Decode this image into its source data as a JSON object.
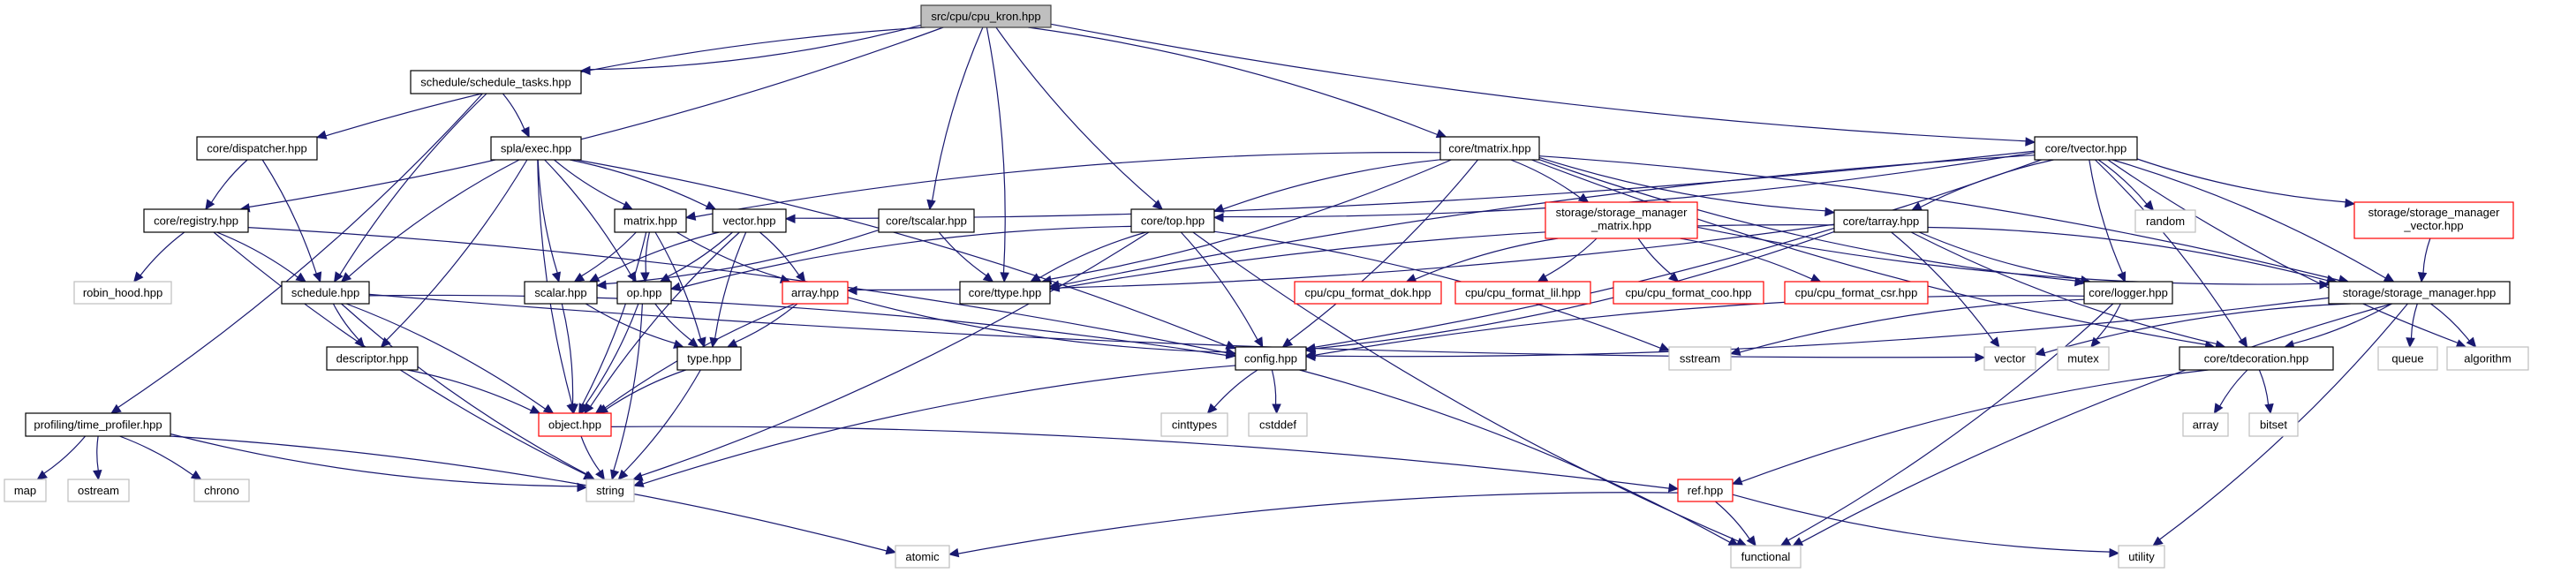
{
  "title": "src/cpu/cpu_kron.hpp include dependency graph",
  "colors": {
    "edge": "#191970",
    "root_fill": "#bfbfbf",
    "missing_border": "#ff0000",
    "external_border": "#bfbfbf"
  },
  "nodes": [
    {
      "id": "root",
      "label": "src/cpu/cpu_kron.hpp",
      "kind": "root"
    },
    {
      "id": "schedule_tasks",
      "label": "schedule/schedule_tasks.hpp",
      "kind": "normal"
    },
    {
      "id": "dispatcher",
      "label": "core/dispatcher.hpp",
      "kind": "normal"
    },
    {
      "id": "exec",
      "label": "spla/exec.hpp",
      "kind": "normal"
    },
    {
      "id": "registry",
      "label": "core/registry.hpp",
      "kind": "normal"
    },
    {
      "id": "matrix",
      "label": "matrix.hpp",
      "kind": "normal"
    },
    {
      "id": "vector_hpp",
      "label": "vector.hpp",
      "kind": "normal"
    },
    {
      "id": "tscalar",
      "label": "core/tscalar.hpp",
      "kind": "normal"
    },
    {
      "id": "top",
      "label": "core/top.hpp",
      "kind": "normal"
    },
    {
      "id": "tmatrix",
      "label": "core/tmatrix.hpp",
      "kind": "normal"
    },
    {
      "id": "tvector",
      "label": "core/tvector.hpp",
      "kind": "normal"
    },
    {
      "id": "sm_matrix",
      "label": [
        "storage/storage_manager",
        "_matrix.hpp"
      ],
      "kind": "red"
    },
    {
      "id": "tarray",
      "label": "core/tarray.hpp",
      "kind": "normal"
    },
    {
      "id": "random",
      "label": "random",
      "kind": "ext"
    },
    {
      "id": "sm_vector",
      "label": [
        "storage/storage_manager",
        "_vector.hpp"
      ],
      "kind": "red"
    },
    {
      "id": "robin_hood",
      "label": "robin_hood.hpp",
      "kind": "ext"
    },
    {
      "id": "schedule",
      "label": "schedule.hpp",
      "kind": "normal"
    },
    {
      "id": "scalar",
      "label": "scalar.hpp",
      "kind": "normal"
    },
    {
      "id": "op",
      "label": "op.hpp",
      "kind": "normal"
    },
    {
      "id": "array_hpp",
      "label": "array.hpp",
      "kind": "red"
    },
    {
      "id": "ttype",
      "label": "core/ttype.hpp",
      "kind": "normal"
    },
    {
      "id": "dok",
      "label": "cpu/cpu_format_dok.hpp",
      "kind": "red"
    },
    {
      "id": "lil",
      "label": "cpu/cpu_format_lil.hpp",
      "kind": "red"
    },
    {
      "id": "coo",
      "label": "cpu/cpu_format_coo.hpp",
      "kind": "red"
    },
    {
      "id": "csr",
      "label": "cpu/cpu_format_csr.hpp",
      "kind": "red"
    },
    {
      "id": "logger",
      "label": "core/logger.hpp",
      "kind": "normal"
    },
    {
      "id": "storage_manager",
      "label": "storage/storage_manager.hpp",
      "kind": "normal"
    },
    {
      "id": "descriptor",
      "label": "descriptor.hpp",
      "kind": "normal"
    },
    {
      "id": "type",
      "label": "type.hpp",
      "kind": "normal"
    },
    {
      "id": "config",
      "label": "config.hpp",
      "kind": "normal"
    },
    {
      "id": "sstream",
      "label": "sstream",
      "kind": "ext"
    },
    {
      "id": "vector",
      "label": "vector",
      "kind": "ext"
    },
    {
      "id": "mutex",
      "label": "mutex",
      "kind": "ext"
    },
    {
      "id": "tdecoration",
      "label": "core/tdecoration.hpp",
      "kind": "normal"
    },
    {
      "id": "queue",
      "label": "queue",
      "kind": "ext"
    },
    {
      "id": "algorithm",
      "label": "algorithm",
      "kind": "ext"
    },
    {
      "id": "profiler",
      "label": "profiling/time_profiler.hpp",
      "kind": "normal"
    },
    {
      "id": "object",
      "label": "object.hpp",
      "kind": "red"
    },
    {
      "id": "cinttypes",
      "label": "cinttypes",
      "kind": "ext"
    },
    {
      "id": "cstddef",
      "label": "cstddef",
      "kind": "ext"
    },
    {
      "id": "array",
      "label": "array",
      "kind": "ext"
    },
    {
      "id": "bitset",
      "label": "bitset",
      "kind": "ext"
    },
    {
      "id": "map",
      "label": "map",
      "kind": "ext"
    },
    {
      "id": "ostream",
      "label": "ostream",
      "kind": "ext"
    },
    {
      "id": "chrono",
      "label": "chrono",
      "kind": "ext"
    },
    {
      "id": "string",
      "label": "string",
      "kind": "ext"
    },
    {
      "id": "ref",
      "label": "ref.hpp",
      "kind": "red"
    },
    {
      "id": "atomic",
      "label": "atomic",
      "kind": "ext"
    },
    {
      "id": "functional",
      "label": "functional",
      "kind": "ext"
    },
    {
      "id": "utility",
      "label": "utility",
      "kind": "ext"
    }
  ],
  "edges": [
    [
      "root",
      "schedule_tasks"
    ],
    [
      "root",
      "dispatcher"
    ],
    [
      "root",
      "registry"
    ],
    [
      "root",
      "tscalar"
    ],
    [
      "root",
      "ttype"
    ],
    [
      "root",
      "top"
    ],
    [
      "root",
      "tmatrix"
    ],
    [
      "root",
      "tvector"
    ],
    [
      "schedule_tasks",
      "exec"
    ],
    [
      "schedule_tasks",
      "schedule"
    ],
    [
      "schedule_tasks",
      "profiler"
    ],
    [
      "dispatcher",
      "registry"
    ],
    [
      "dispatcher",
      "schedule"
    ],
    [
      "registry",
      "robin_hood"
    ],
    [
      "registry",
      "schedule"
    ],
    [
      "registry",
      "string"
    ],
    [
      "registry",
      "config"
    ],
    [
      "exec",
      "schedule"
    ],
    [
      "exec",
      "descriptor"
    ],
    [
      "exec",
      "matrix"
    ],
    [
      "exec",
      "vector_hpp"
    ],
    [
      "exec",
      "scalar"
    ],
    [
      "exec",
      "op"
    ],
    [
      "exec",
      "object"
    ],
    [
      "exec",
      "config"
    ],
    [
      "schedule",
      "descriptor"
    ],
    [
      "schedule",
      "object"
    ],
    [
      "schedule",
      "string"
    ],
    [
      "schedule",
      "config"
    ],
    [
      "schedule",
      "vector"
    ],
    [
      "matrix",
      "scalar"
    ],
    [
      "matrix",
      "op"
    ],
    [
      "matrix",
      "type"
    ],
    [
      "matrix",
      "array_hpp"
    ],
    [
      "matrix",
      "object"
    ],
    [
      "vector_hpp",
      "scalar"
    ],
    [
      "vector_hpp",
      "op"
    ],
    [
      "vector_hpp",
      "type"
    ],
    [
      "vector_hpp",
      "array_hpp"
    ],
    [
      "vector_hpp",
      "object"
    ],
    [
      "scalar",
      "object"
    ],
    [
      "scalar",
      "type"
    ],
    [
      "op",
      "object"
    ],
    [
      "op",
      "type"
    ],
    [
      "op",
      "string"
    ],
    [
      "array_hpp",
      "object"
    ],
    [
      "array_hpp",
      "type"
    ],
    [
      "array_hpp",
      "config"
    ],
    [
      "descriptor",
      "object"
    ],
    [
      "type",
      "object"
    ],
    [
      "type",
      "string"
    ],
    [
      "object",
      "string"
    ],
    [
      "object",
      "ref"
    ],
    [
      "tscalar",
      "ttype"
    ],
    [
      "tscalar",
      "scalar"
    ],
    [
      "top",
      "ttype"
    ],
    [
      "top",
      "config"
    ],
    [
      "top",
      "op"
    ],
    [
      "top",
      "string"
    ],
    [
      "top",
      "functional"
    ],
    [
      "top",
      "sstream"
    ],
    [
      "tmatrix",
      "matrix"
    ],
    [
      "tmatrix",
      "ttype"
    ],
    [
      "tmatrix",
      "top"
    ],
    [
      "tmatrix",
      "sm_matrix"
    ],
    [
      "tmatrix",
      "tarray"
    ],
    [
      "tmatrix",
      "config"
    ],
    [
      "tmatrix",
      "logger"
    ],
    [
      "tmatrix",
      "storage_manager"
    ],
    [
      "tmatrix",
      "tdecoration"
    ],
    [
      "tvector",
      "vector_hpp"
    ],
    [
      "tvector",
      "ttype"
    ],
    [
      "tvector",
      "top"
    ],
    [
      "tvector",
      "tarray"
    ],
    [
      "tvector",
      "random"
    ],
    [
      "tvector",
      "sm_vector"
    ],
    [
      "tvector",
      "storage_manager"
    ],
    [
      "tvector",
      "logger"
    ],
    [
      "tvector",
      "tdecoration"
    ],
    [
      "tvector",
      "algorithm"
    ],
    [
      "tvector",
      "config"
    ],
    [
      "sm_matrix",
      "dok"
    ],
    [
      "sm_matrix",
      "lil"
    ],
    [
      "sm_matrix",
      "coo"
    ],
    [
      "sm_matrix",
      "csr"
    ],
    [
      "sm_matrix",
      "storage_manager"
    ],
    [
      "tarray",
      "array_hpp"
    ],
    [
      "tarray",
      "ttype"
    ],
    [
      "tarray",
      "config"
    ],
    [
      "tarray",
      "logger"
    ],
    [
      "tarray",
      "vector"
    ],
    [
      "tarray",
      "tdecoration"
    ],
    [
      "tarray",
      "storage_manager"
    ],
    [
      "sm_vector",
      "storage_manager"
    ],
    [
      "storage_manager",
      "config"
    ],
    [
      "storage_manager",
      "vector"
    ],
    [
      "storage_manager",
      "tdecoration"
    ],
    [
      "storage_manager",
      "queue"
    ],
    [
      "storage_manager",
      "algorithm"
    ],
    [
      "storage_manager",
      "functional"
    ],
    [
      "storage_manager",
      "utility"
    ],
    [
      "logger",
      "config"
    ],
    [
      "logger",
      "mutex"
    ],
    [
      "logger",
      "sstream"
    ],
    [
      "logger",
      "functional"
    ],
    [
      "config",
      "cinttypes"
    ],
    [
      "config",
      "cstddef"
    ],
    [
      "config",
      "string"
    ],
    [
      "config",
      "functional"
    ],
    [
      "tdecoration",
      "array"
    ],
    [
      "tdecoration",
      "bitset"
    ],
    [
      "tdecoration",
      "ref"
    ],
    [
      "profiler",
      "map"
    ],
    [
      "profiler",
      "ostream"
    ],
    [
      "profiler",
      "chrono"
    ],
    [
      "profiler",
      "string"
    ],
    [
      "profiler",
      "atomic"
    ],
    [
      "ref",
      "atomic"
    ],
    [
      "ref",
      "functional"
    ],
    [
      "ref",
      "utility"
    ]
  ]
}
